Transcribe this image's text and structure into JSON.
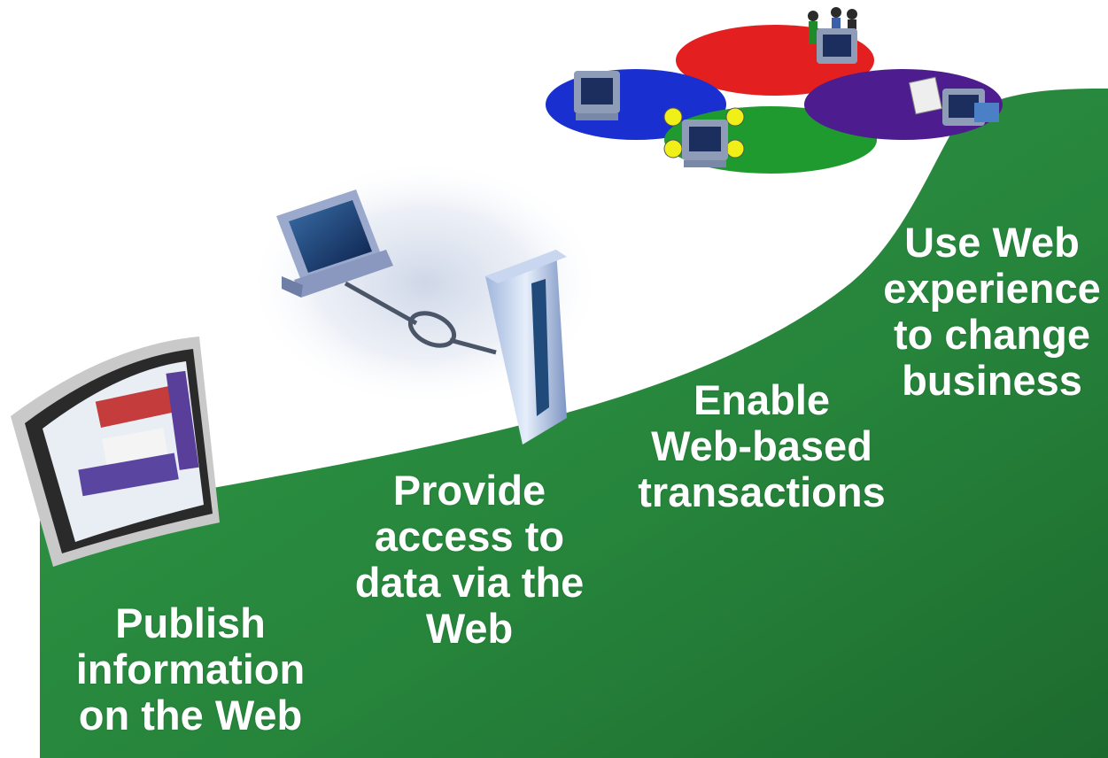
{
  "colors": {
    "curve_green": "#2a8a3e",
    "curve_green_dark": "#1e6b2f",
    "ring_red": "#e41f1f",
    "ring_blue": "#1a2fcf",
    "ring_green": "#1f9a2f",
    "ring_purple": "#4d1c8e",
    "node_yellow": "#f0f018",
    "label_text": "#ffffff"
  },
  "stages": [
    {
      "id": "publish",
      "lines": [
        "Publish",
        "information",
        "on the Web"
      ],
      "icon": "browser-window-icon"
    },
    {
      "id": "access",
      "lines": [
        "Provide",
        "access to",
        "data via the",
        "Web"
      ],
      "icon": "computer-server-connection-icon"
    },
    {
      "id": "transact",
      "lines": [
        "Enable",
        "Web-based",
        "transactions"
      ],
      "icon": "network-icon"
    },
    {
      "id": "change",
      "lines": [
        "Use Web",
        "experience",
        "to change",
        "business"
      ],
      "icon": "business-network-icon"
    }
  ]
}
